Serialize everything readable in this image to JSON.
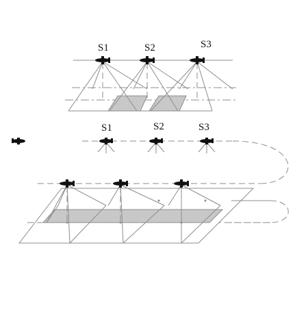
{
  "top_group": {
    "labels": [
      "S1",
      "S2",
      "S3"
    ]
  },
  "middle_group": {
    "labels": [
      "S1",
      "S2",
      "S3"
    ]
  },
  "colors": {
    "line": "#8c8c8c",
    "shade": "#c8c8c8",
    "aircraft": "#111111"
  },
  "icons": [
    "aircraft-icon"
  ]
}
